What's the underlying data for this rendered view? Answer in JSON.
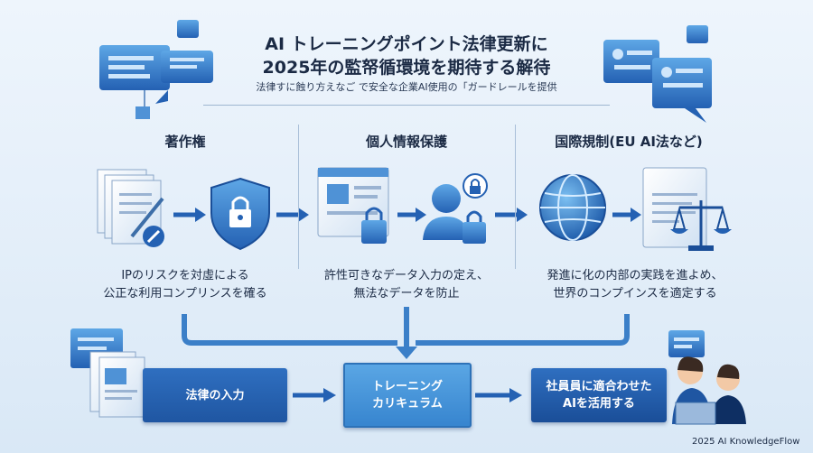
{
  "header": {
    "title_line1": "AI トレーニングポイント法律更新に",
    "title_line2": "2025年の監帑循環境を期待する解待",
    "subtitle": "法律すに蝕り方えなご で安全な企業AI使用の「ガードレールを提供"
  },
  "sections": [
    {
      "heading": "著作権",
      "desc_line1": "IPのリスクを対虛による",
      "desc_line2": "公正な利用コンプリンスを確る"
    },
    {
      "heading": "個人情報保護",
      "desc_line1": "許性可きなデータ入力の定え、",
      "desc_line2": "無法なデータを防止"
    },
    {
      "heading": "国際規制(EU AI法など)",
      "desc_line1": "発進に化の内部の実践を進よめ、",
      "desc_line2": "世界のコンプインスを適定する"
    }
  ],
  "flow": {
    "step1": "法律の入力",
    "step2_line1": "トレーニング",
    "step2_line2": "カリキュラム",
    "step3_line1": "社員員に適合わせた",
    "step3_line2": "AIを活用する"
  },
  "footer": {
    "copyright": "2025 AI KnowledgeFlow"
  },
  "colors": {
    "primary": "#1f56a2",
    "accent": "#3785cf",
    "background": "#e3eef9"
  }
}
